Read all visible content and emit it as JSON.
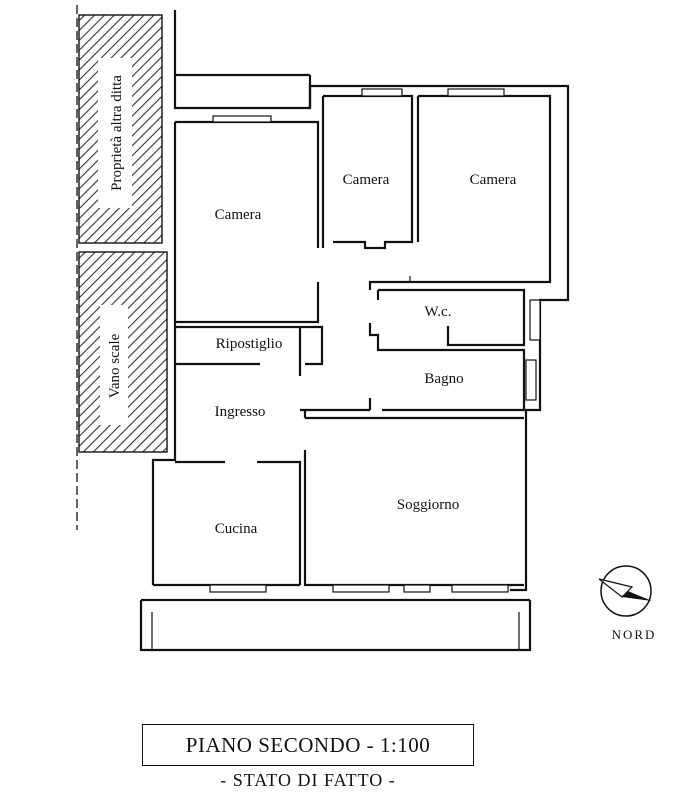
{
  "plan": {
    "rooms": {
      "camera_1": "Camera",
      "camera_2": "Camera",
      "camera_3": "Camera",
      "wc": "W.c.",
      "ripostiglio": "Ripostiglio",
      "bagno": "Bagno",
      "ingresso": "Ingresso",
      "soggiorno": "Soggiorno",
      "cucina": "Cucina"
    },
    "adjacent": {
      "proprieta": "Proprietà altra ditta",
      "vano_scale": "Vano scale"
    },
    "compass_label": "NORD",
    "title": "PIANO SECONDO - 1:100",
    "subtitle": "- STATO DI FATTO -"
  },
  "colors": {
    "ink": "#111111",
    "background": "#ffffff"
  },
  "icons": [
    "north-arrow-icon"
  ]
}
